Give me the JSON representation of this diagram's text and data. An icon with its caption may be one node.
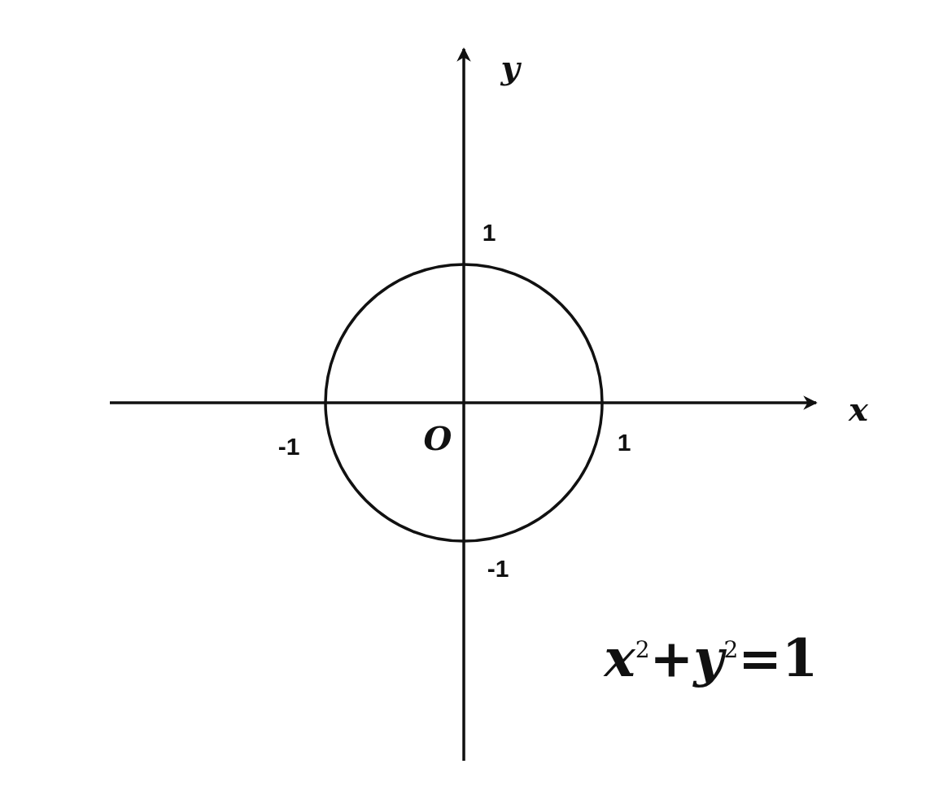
{
  "diagram": {
    "labels": [
      "y",
      "1",
      "x",
      "-1",
      "O",
      "1",
      "-1",
      "*x*$^{2}$+*y*$^{2}$=1"
    ]
  }
}
